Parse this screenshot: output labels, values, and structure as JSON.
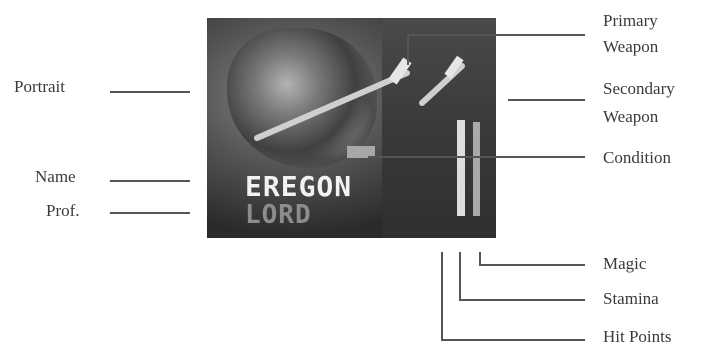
{
  "panel": {
    "hero_name": "EREGON",
    "hero_profession": "LORD"
  },
  "callouts": {
    "portrait": "Portrait",
    "name": "Name",
    "prof": "Prof.",
    "primary_weapon_line1": "Primary",
    "primary_weapon_line2": "Weapon",
    "secondary_weapon_line1": "Secondary",
    "secondary_weapon_line2": "Weapon",
    "condition": "Condition",
    "magic": "Magic",
    "stamina": "Stamina",
    "hit_points": "Hit Points"
  }
}
